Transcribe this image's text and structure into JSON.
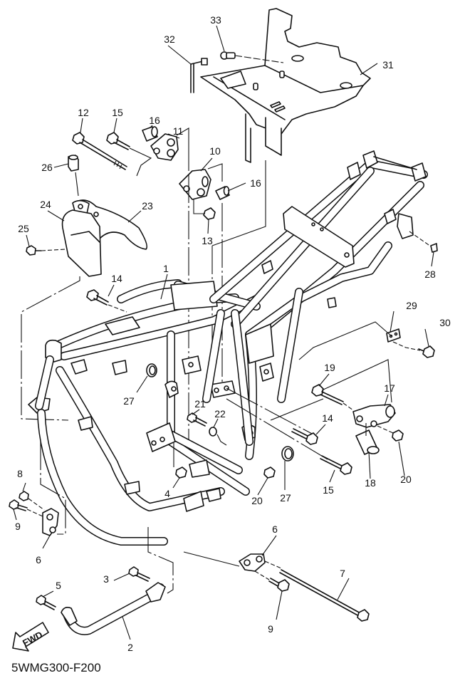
{
  "diagram": {
    "type": "exploded-parts-view",
    "subject": "Motorcycle frame",
    "figure_code": "5WMG300-F200",
    "direction_badge": "FWD",
    "callouts": [
      {
        "id": "c1",
        "label": "1",
        "part": "frame"
      },
      {
        "id": "c2",
        "label": "2",
        "part": "down-tube"
      },
      {
        "id": "c3",
        "label": "3",
        "part": "bolt"
      },
      {
        "id": "c4",
        "label": "4",
        "part": "nut"
      },
      {
        "id": "c5",
        "label": "5",
        "part": "bolt"
      },
      {
        "id": "c6a",
        "label": "6",
        "part": "engine-bracket-left"
      },
      {
        "id": "c6b",
        "label": "6",
        "part": "engine-bracket-right"
      },
      {
        "id": "c7",
        "label": "7",
        "part": "long-bolt"
      },
      {
        "id": "c8",
        "label": "8",
        "part": "nut"
      },
      {
        "id": "c9a",
        "label": "9",
        "part": "bolt-left"
      },
      {
        "id": "c9b",
        "label": "9",
        "part": "bolt-right"
      },
      {
        "id": "c10",
        "label": "10",
        "part": "engine-mount-bracket"
      },
      {
        "id": "c11",
        "label": "11",
        "part": "engine-mount-bracket"
      },
      {
        "id": "c12",
        "label": "12",
        "part": "through-bolt"
      },
      {
        "id": "c13",
        "label": "13",
        "part": "nut"
      },
      {
        "id": "c14a",
        "label": "14",
        "part": "bolt-upper"
      },
      {
        "id": "c14b",
        "label": "14",
        "part": "bolt-lower"
      },
      {
        "id": "c15a",
        "label": "15",
        "part": "bolt-upper"
      },
      {
        "id": "c15b",
        "label": "15",
        "part": "bolt-lower"
      },
      {
        "id": "c16a",
        "label": "16",
        "part": "collar-left"
      },
      {
        "id": "c16b",
        "label": "16",
        "part": "collar-right"
      },
      {
        "id": "c17",
        "label": "17",
        "part": "rear-engine-bracket"
      },
      {
        "id": "c18",
        "label": "18",
        "part": "collar"
      },
      {
        "id": "c19",
        "label": "19",
        "part": "bolt"
      },
      {
        "id": "c20a",
        "label": "20",
        "part": "nut-center"
      },
      {
        "id": "c20b",
        "label": "20",
        "part": "nut-right"
      },
      {
        "id": "c21",
        "label": "21",
        "part": "bolt"
      },
      {
        "id": "c22",
        "label": "22",
        "part": "washer"
      },
      {
        "id": "c23",
        "label": "23",
        "part": "cover"
      },
      {
        "id": "c24",
        "label": "24",
        "part": "cover"
      },
      {
        "id": "c25",
        "label": "25",
        "part": "screw"
      },
      {
        "id": "c26",
        "label": "26",
        "part": "grommet"
      },
      {
        "id": "c27a",
        "label": "27",
        "part": "cap-left"
      },
      {
        "id": "c27b",
        "label": "27",
        "part": "cap-right"
      },
      {
        "id": "c28",
        "label": "28",
        "part": "cap"
      },
      {
        "id": "c29",
        "label": "29",
        "part": "plate"
      },
      {
        "id": "c30",
        "label": "30",
        "part": "bolt"
      },
      {
        "id": "c31",
        "label": "31",
        "part": "battery-box-plate"
      },
      {
        "id": "c32",
        "label": "32",
        "part": "hook-bolt"
      },
      {
        "id": "c33",
        "label": "33",
        "part": "bolt"
      }
    ]
  }
}
